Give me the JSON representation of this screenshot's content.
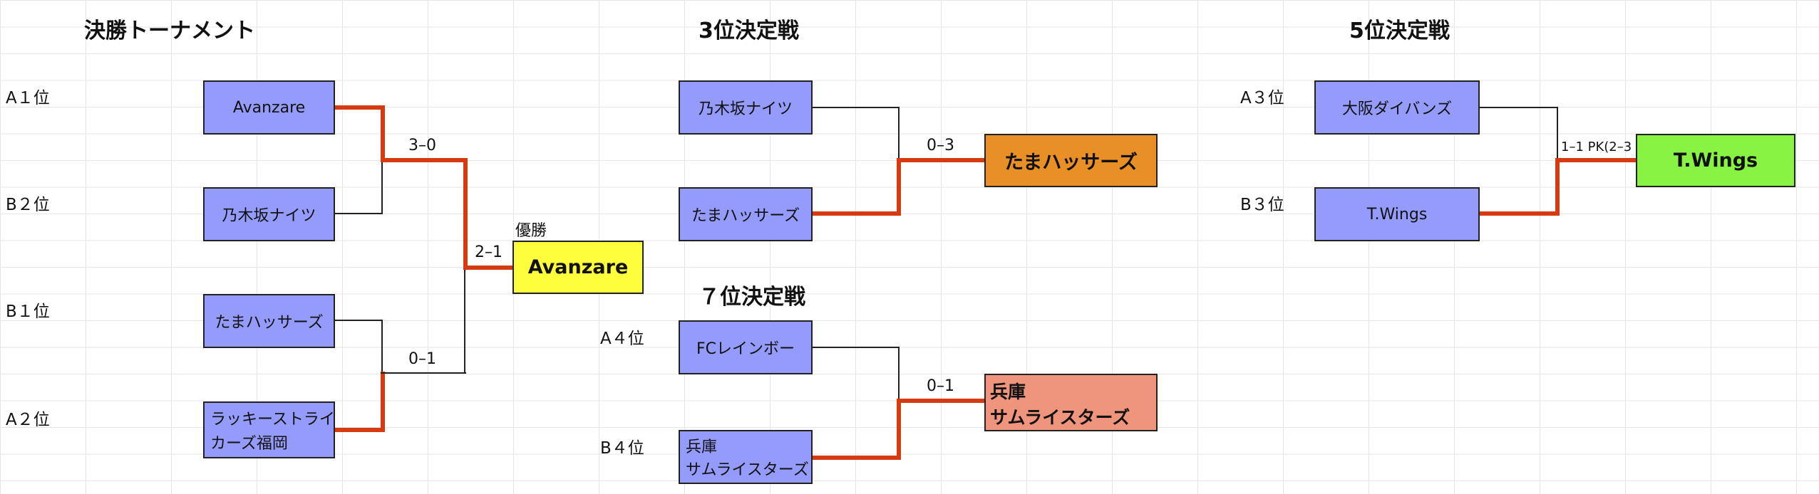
{
  "sections": {
    "final": "決勝トーナメント",
    "third": "3位決定戦",
    "fifth": "5位決定戦",
    "seventh": "７位決定戦"
  },
  "seeds": {
    "a1": "A１位",
    "b2": "B２位",
    "b1": "B１位",
    "a2": "A２位",
    "a3": "A３位",
    "b3": "B３位",
    "a4": "A４位",
    "b4": "B４位"
  },
  "final": {
    "teams": [
      "Avanzare",
      "乃木坂ナイツ",
      "たまハッサーズ"
    ],
    "team4": {
      "line1": "ラッキーストライ",
      "line2": "カーズ福岡"
    },
    "semi1_score": "3–0",
    "semi2_score": "0–1",
    "final_score": "2–1",
    "champion_label": "優勝",
    "champion": "Avanzare"
  },
  "third": {
    "teams": [
      "乃木坂ナイツ",
      "たまハッサーズ"
    ],
    "score": "0–3",
    "winner": "たまハッサーズ"
  },
  "fifth": {
    "teams": [
      "大阪ダイバンズ",
      "T.Wings"
    ],
    "score": "1–1 PK(2–3",
    "winner": "T.Wings"
  },
  "seventh": {
    "team1": "FCレインボー",
    "team2": {
      "line1": "兵庫",
      "line2": "サムライスターズ"
    },
    "score": "0–1",
    "winner": {
      "line1": "兵庫",
      "line2": "サムライスターズ"
    }
  },
  "colors": {
    "team_fill": "#949bfb",
    "win_line": "#d63a10",
    "champion": "#fdfd3c",
    "third_winner": "#e88f25",
    "fifth_winner": "#89f344",
    "seventh_winner": "#ef957d",
    "grid": "#e6e6e6"
  }
}
